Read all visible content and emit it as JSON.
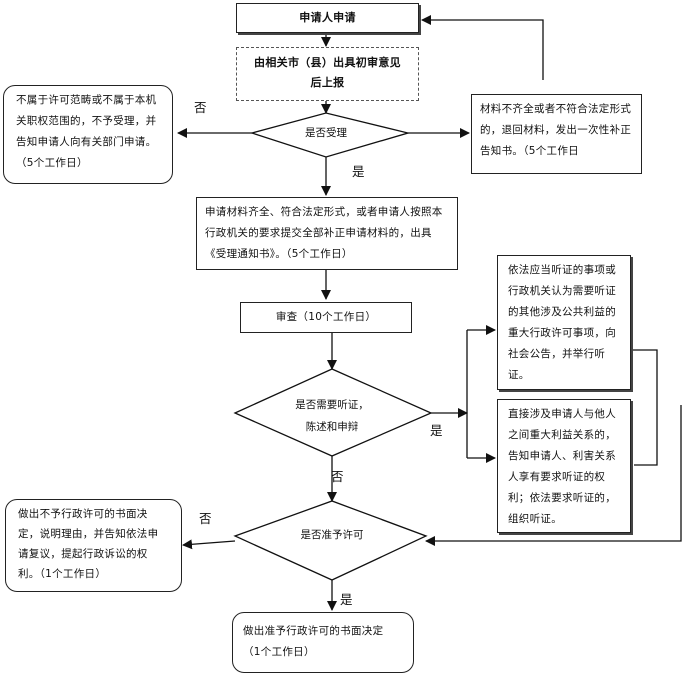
{
  "nodes": {
    "applicant": "申请人申请",
    "initial_review": "由相关市（县）出具初审意见后上报",
    "accept_decision": "是否受理",
    "reject_scope": "不属于许可范畴或不属于本机关职权范围的，不予受理，并告知申请人向有关部门申请。（5个工作日）",
    "incomplete_materials": "材料不齐全或者不符合法定形式的，退回材料，发出一次性补正告知书。（5个工作日",
    "accepted": "申请材料齐全、符合法定形式，或者申请人按照本行政机关的要求提交全部补正申请材料的，出具《受理通知书》。（5个工作日）",
    "review": "审查（10个工作日）",
    "hearing_decision_line1": "是否需要听证，",
    "hearing_decision_line2": "陈述和申辩",
    "public_hearing": "依法应当听证的事项或行政机关认为需要听证的其他涉及公共利益的重大行政许可事项，向社会公告，并举行听证。",
    "party_hearing": "直接涉及申请人与他人之间重大利益关系的，告知申请人、利害关系人享有要求听证的权利；依法要求听证的，组织听证。",
    "grant_decision": "是否准予许可",
    "deny_permit": "做出不予行政许可的书面决定，说明理由，并告知依法申请复议，提起行政诉讼的权利。（1个工作日）",
    "grant_permit_line1": "做出准予行政许可的书面决定",
    "grant_permit_line2": "（1个工作日）"
  },
  "labels": {
    "no_scope": "否",
    "yes_accept": "是",
    "yes_hearing": "是",
    "no_hearing": "否",
    "no_grant": "否",
    "yes_grant": "是"
  }
}
